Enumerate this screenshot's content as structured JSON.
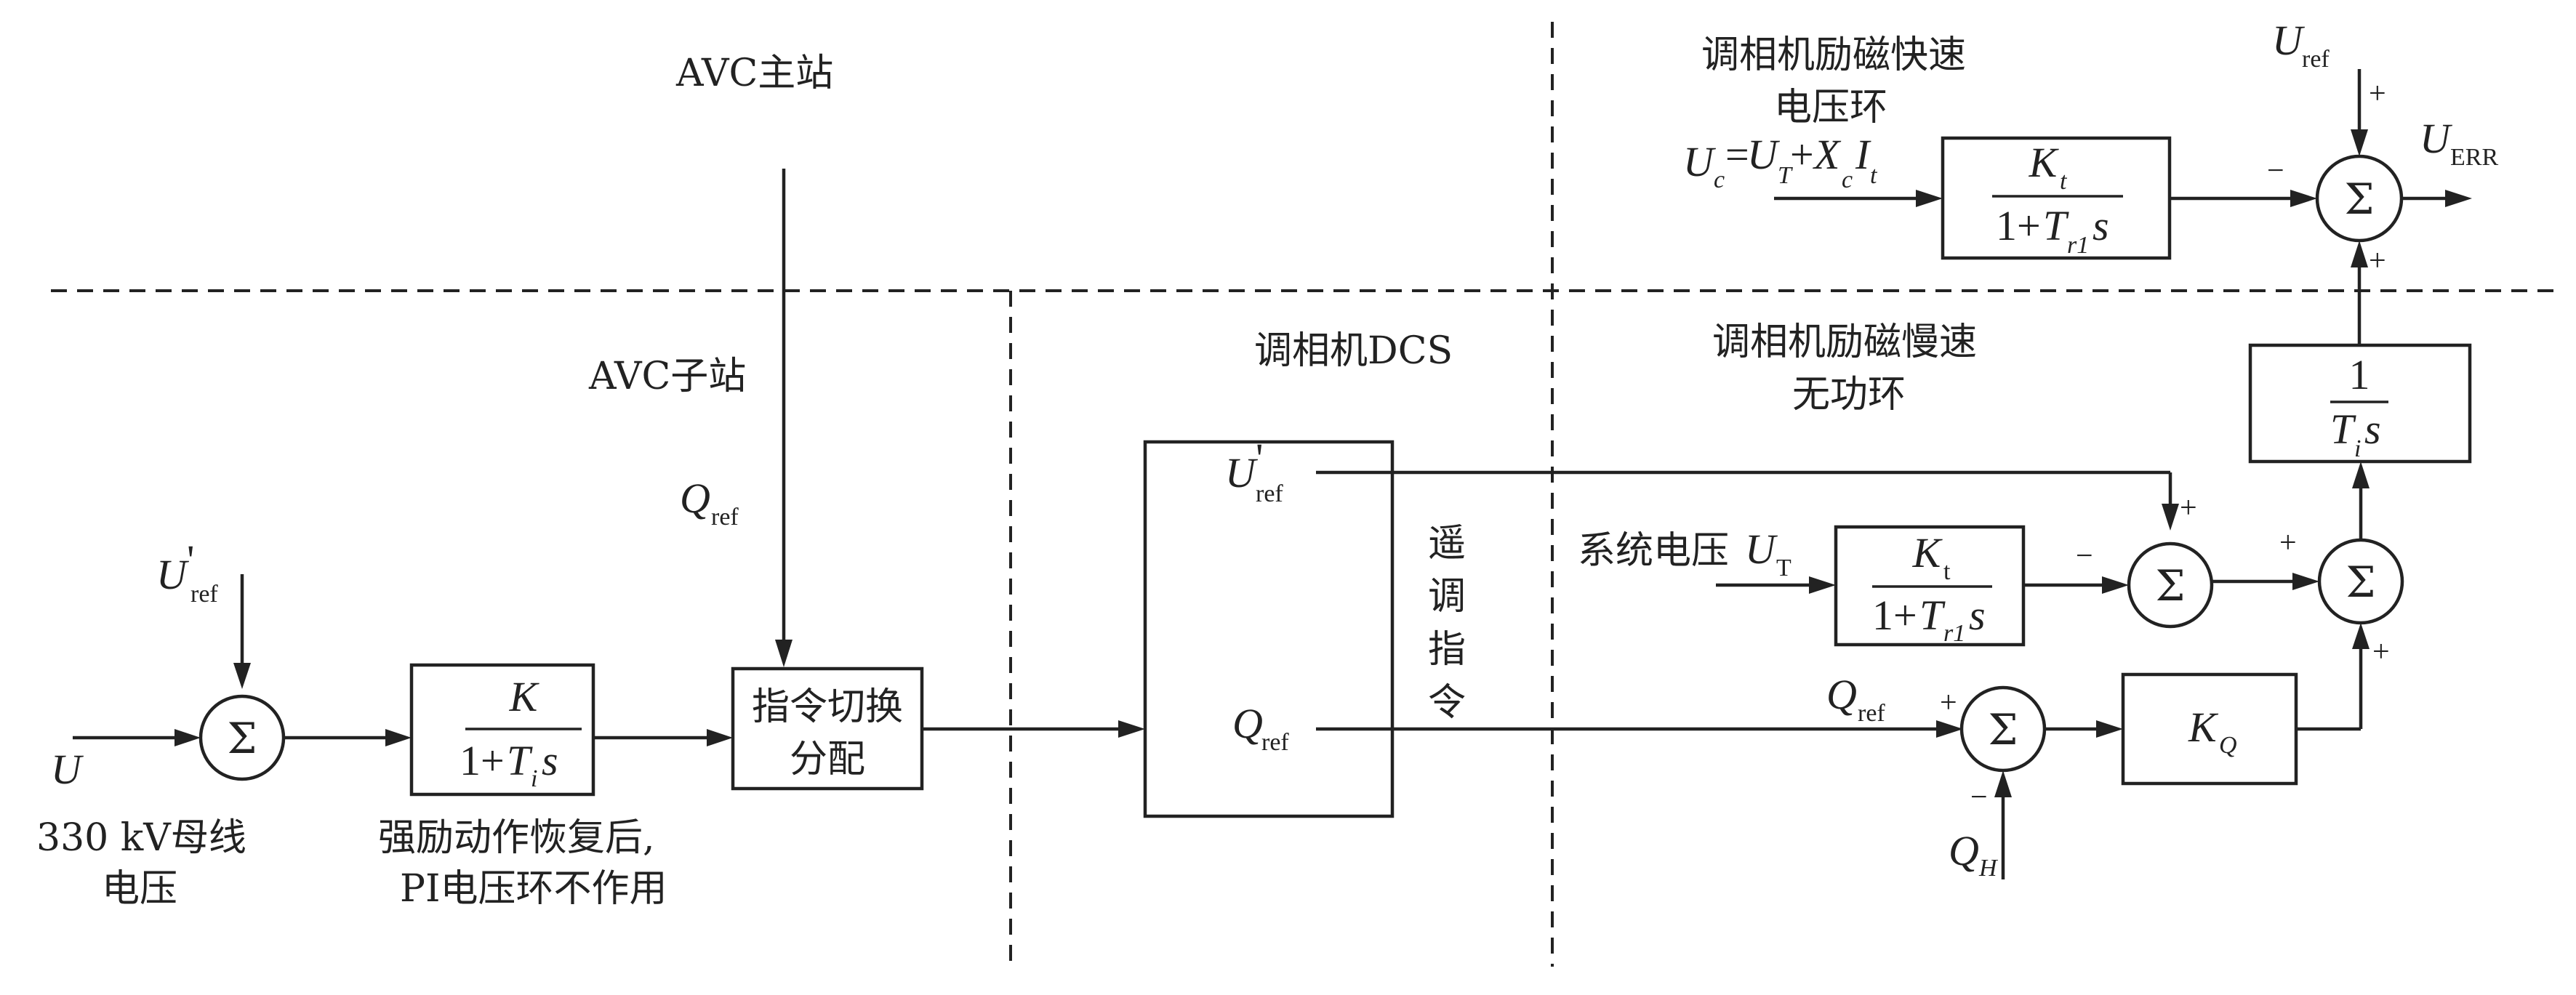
{
  "regions": {
    "avc_master": "AVC主站",
    "avc_sub": "AVC子站",
    "dcs": "调相机DCS",
    "fast_loop_l1": "调相机励磁快速",
    "fast_loop_l2": "电压环",
    "slow_loop_l1": "调相机励磁慢速",
    "slow_loop_l2": "无功环"
  },
  "labels": {
    "bus_voltage_l1": "330 kV母线",
    "bus_voltage_l2": "电压",
    "pi_note_l1": "强励动作恢复后,",
    "pi_note_l2": "PI电压环不作用",
    "switch_l1": "指令切换",
    "switch_l2": "分配",
    "remote_cmd": [
      "遥",
      "调",
      "指",
      "令"
    ],
    "system_voltage": "系统电压"
  },
  "symbols": {
    "sigma": "Σ",
    "plus": "+",
    "minus": "−",
    "K": "K",
    "one_plus": "1+",
    "T": "T",
    "s": "s",
    "U": "U",
    "Q": "Q",
    "X": "X",
    "I": "I",
    "prime": "'",
    "sub_ref": "ref",
    "sub_i": "i",
    "sub_t": "t",
    "sub_T": "T",
    "sub_c": "c",
    "sub_H": "H",
    "sub_Q": "Q",
    "sub_r1": "r1",
    "sub_ERR": "ERR",
    "one": "1",
    "uc_eq": "=",
    "uc_plus": "+"
  }
}
